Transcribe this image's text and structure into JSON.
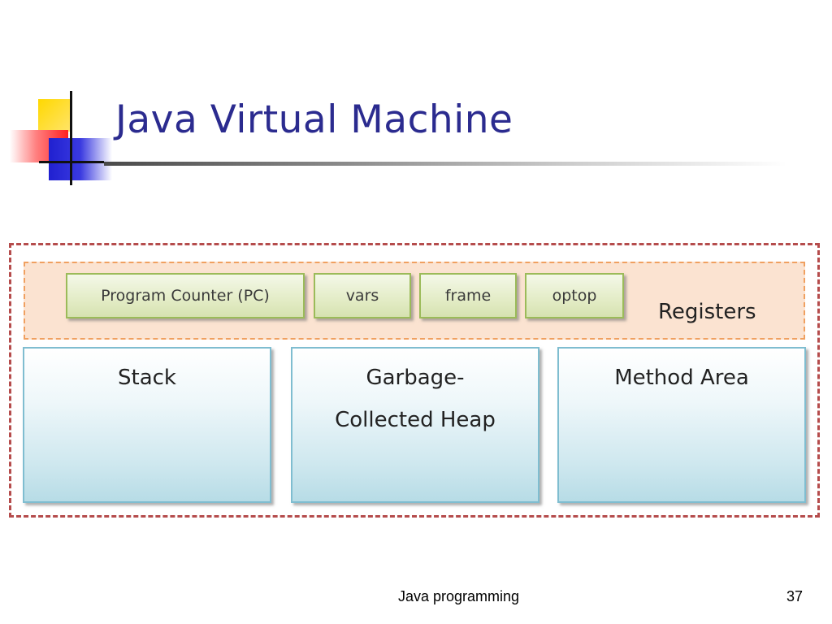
{
  "slide": {
    "title": "Java Virtual Machine",
    "footer": "Java programming",
    "page_number": "37"
  },
  "diagram": {
    "registers_label": "Registers",
    "registers": [
      "Program Counter (PC)",
      "vars",
      "frame",
      "optop"
    ],
    "areas": {
      "stack": [
        "Stack"
      ],
      "heap": [
        "Garbage-",
        "Collected Heap"
      ],
      "method": [
        "Method Area"
      ]
    }
  },
  "colors": {
    "title": "#2b2b8f",
    "outer_dash": "#b54c4c",
    "registers_fill": "#fbe3d1",
    "registers_dash": "#f0a060",
    "register_border": "#9bbb59",
    "area_border": "#7fbdd0"
  }
}
